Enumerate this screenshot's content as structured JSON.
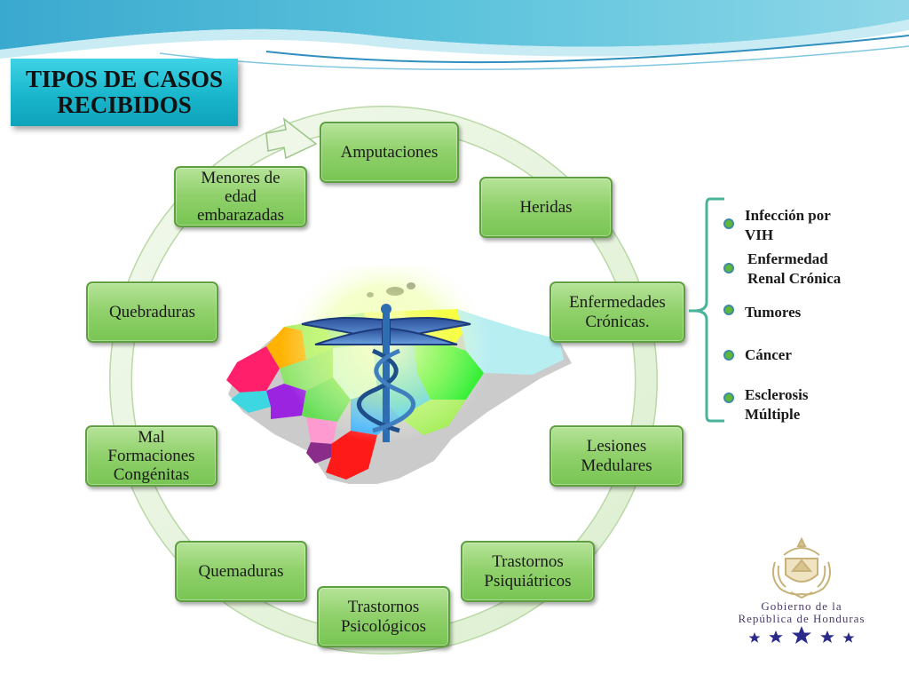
{
  "title": "TIPOS DE CASOS\nRECIBIDOS",
  "colors": {
    "node_fill": "#8fd06a",
    "node_border": "#5e9f3f",
    "title_fill": "#19b6cc",
    "cycle_ring": "#e6f3de",
    "bullet": "#5fb838",
    "bracket": "#49b39a"
  },
  "cycle_nodes": [
    "Amputaciones",
    "Heridas",
    "Enfermedades\nCrónicas.",
    "Lesiones\nMedulares",
    "Trastornos\nPsiquiátricos",
    "Trastornos\nPsicológicos",
    "Quemaduras",
    "Mal\nFormaciones\nCongénitas",
    "Quebraduras",
    "Menores de\nedad\nembarazadas"
  ],
  "chronic_diseases": [
    "Infección por\nVIH",
    "Enfermedad\nRenal  Crónica",
    "Tumores",
    "Cáncer",
    "Esclerosis\nMúltiple"
  ],
  "center_image": "honduras-map-with-caduceus-icon",
  "logo": {
    "icon": "honduras-coat-of-arms-icon",
    "line1": "Gobierno de la",
    "line2": "República de Honduras",
    "stars": "★  ★  ★  ★  ★"
  }
}
